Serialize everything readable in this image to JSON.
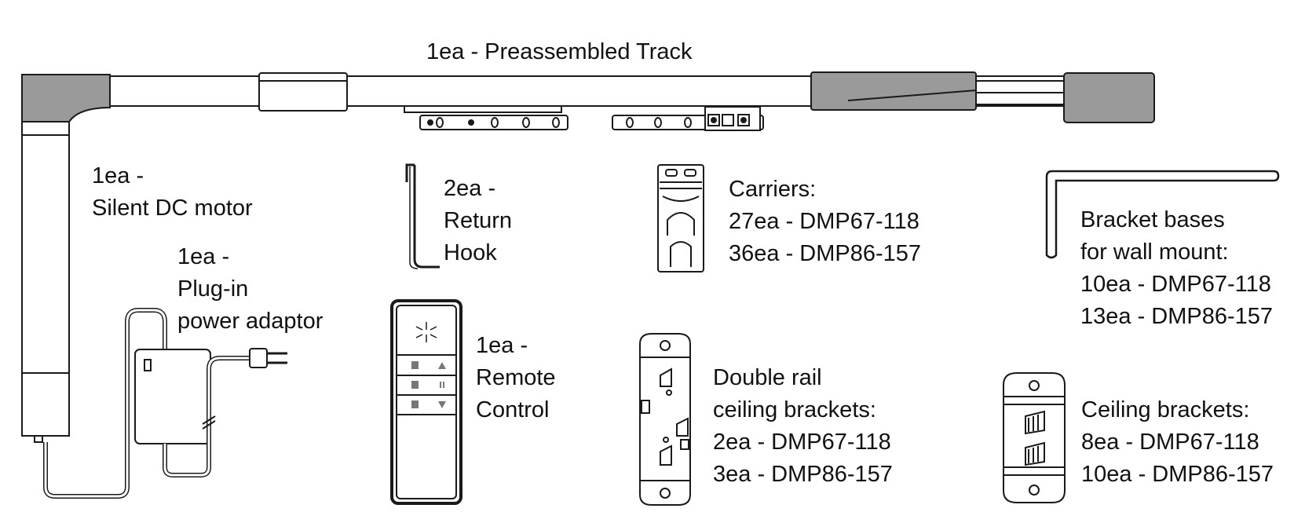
{
  "colors": {
    "line": "#1a1a1a",
    "part_fill": "#9a9a9a",
    "background": "#ffffff"
  },
  "labels": {
    "track": "1ea - Preassembled Track",
    "motor": [
      "1ea -",
      "Silent DC motor"
    ],
    "adaptor": [
      "1ea -",
      "Plug-in",
      "power adaptor"
    ],
    "hook": [
      "2ea -",
      "Return",
      "Hook"
    ],
    "remote": [
      "1ea -",
      "Remote",
      "Control"
    ],
    "carriers": [
      "Carriers:",
      "27ea - DMP67-118",
      "36ea - DMP86-157"
    ],
    "bracket_bases": [
      "Bracket bases",
      "for wall mount:",
      "10ea - DMP67-118",
      "13ea - DMP86-157"
    ],
    "double_rail": [
      "Double rail",
      "ceiling brackets:",
      "2ea - DMP67-118",
      "3ea - DMP86-157"
    ],
    "ceiling": [
      "Ceiling brackets:",
      "8ea - DMP67-118",
      "10ea - DMP86-157"
    ]
  },
  "icons": [
    "track-icon",
    "motor-icon",
    "power-adaptor-icon",
    "return-hook-icon",
    "remote-control-icon",
    "carrier-icon",
    "bracket-base-icon",
    "double-rail-bracket-icon",
    "ceiling-bracket-icon"
  ]
}
